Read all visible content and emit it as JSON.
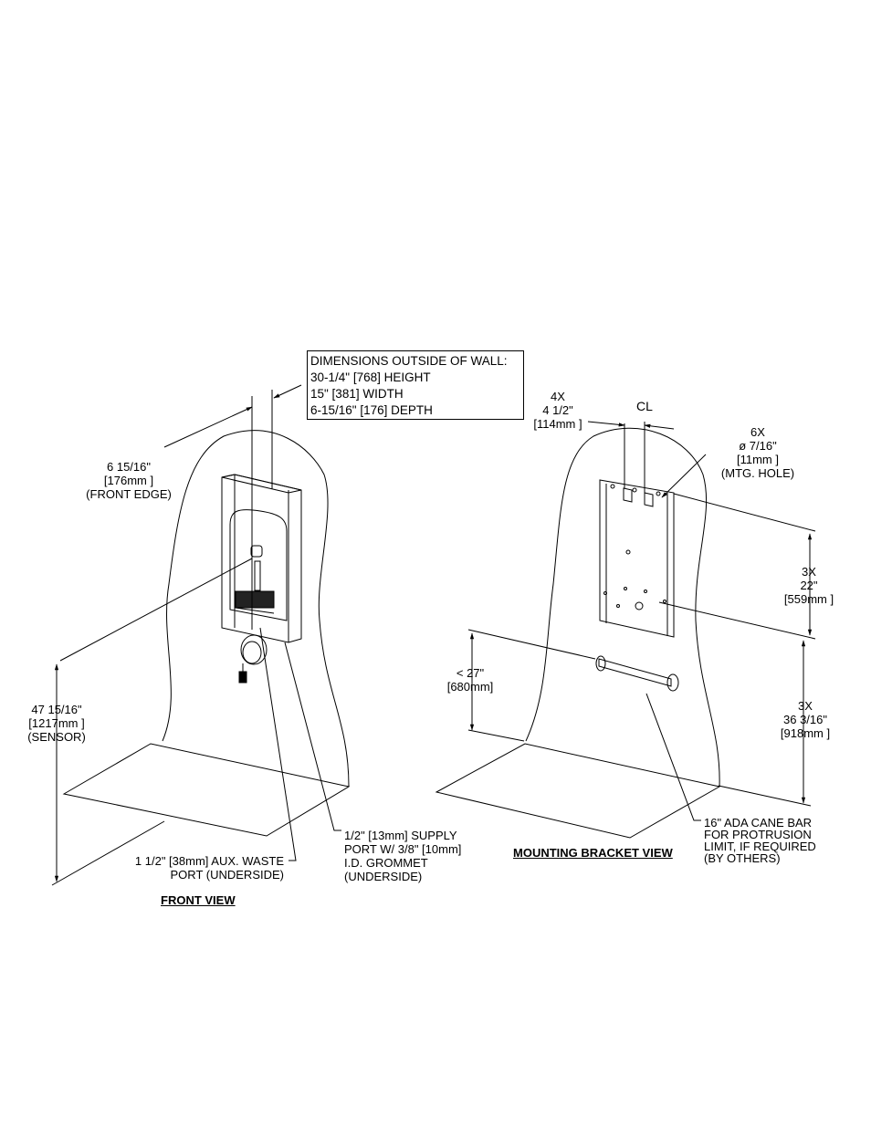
{
  "dimensions_box": {
    "heading": "DIMENSIONS OUTSIDE OF WALL:",
    "height": "30-1/4\" [768] HEIGHT",
    "width": "15\" [381] WIDTH",
    "depth": "6-15/16\" [176] DEPTH"
  },
  "front_view": {
    "title": "FRONT VIEW",
    "front_edge": {
      "l1": "6 15/16\"",
      "l2": "[176mm ]",
      "l3": "(FRONT EDGE)"
    },
    "sensor": {
      "l1": "47 15/16\"",
      "l2": "[1217mm ]",
      "l3": "(SENSOR)"
    },
    "aux_waste": {
      "l1": "1 1/2\" [38mm] AUX. WASTE",
      "l2": "PORT (UNDERSIDE)"
    },
    "supply": {
      "l1": "1/2\" [13mm] SUPPLY",
      "l2": "PORT W/ 3/8\" [10mm]",
      "l3": "I.D. GROMMET",
      "l4": "(UNDERSIDE)"
    }
  },
  "mounting_view": {
    "title": "MOUNTING BRACKET VIEW",
    "spacing": {
      "l1": "4X",
      "l2": "4 1/2\"",
      "l3": "[114mm ]"
    },
    "centerline": "CL",
    "holes": {
      "l1": "6X",
      "l2": "ø  7/16\"",
      "l3": "[11mm ]",
      "l4": "(MTG. HOLE)"
    },
    "bracket_height": {
      "l1": "3X",
      "l2": "22\"",
      "l3": "[559mm ]"
    },
    "floor_height": {
      "l1": "3X",
      "l2": "36 3/16\"",
      "l3": "[918mm ]"
    },
    "protrusion": {
      "l1": "< 27\"",
      "l2": "[680mm]"
    },
    "cane_bar": {
      "l1": "16\" ADA CANE BAR",
      "l2": "FOR PROTRUSION",
      "l3": "LIMIT, IF REQUIRED",
      "l4": "(BY OTHERS)"
    }
  }
}
